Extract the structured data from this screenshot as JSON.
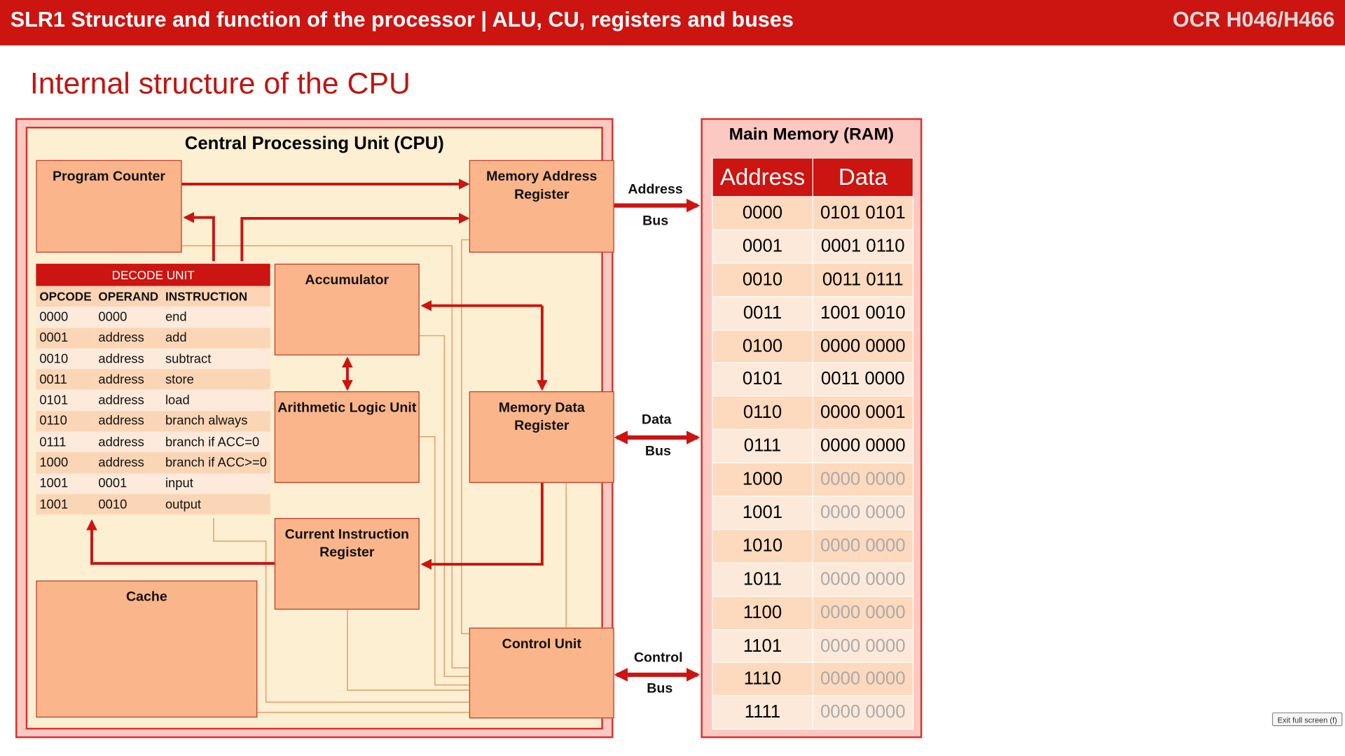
{
  "header": {
    "left_text": "SLR1 Structure and function of the processor |  ALU, CU, registers and buses",
    "right_text": "OCR H046/H466"
  },
  "slide_title": "Internal structure of the CPU",
  "cpu": {
    "title": "Central Processing Unit (CPU)",
    "program_counter": "Program Counter",
    "mar": "Memory Address Register",
    "accumulator": "Accumulator",
    "alu": "Arithmetic Logic Unit",
    "mdr": "Memory Data Register",
    "cir": "Current Instruction Register",
    "cache": "Cache",
    "control_unit": "Control Unit"
  },
  "decode_unit": {
    "title": "DECODE UNIT",
    "columns": [
      "OPCODE",
      "OPERAND",
      "INSTRUCTION"
    ],
    "rows": [
      [
        "0000",
        "0000",
        "end"
      ],
      [
        "0001",
        "address",
        "add"
      ],
      [
        "0010",
        "address",
        "subtract"
      ],
      [
        "0011",
        "address",
        "store"
      ],
      [
        "0101",
        "address",
        "load"
      ],
      [
        "0110",
        "address",
        "branch always"
      ],
      [
        "0111",
        "address",
        "branch if ACC=0"
      ],
      [
        "1000",
        "address",
        "branch if ACC>=0"
      ],
      [
        "1001",
        "0001",
        "input"
      ],
      [
        "1001",
        "0010",
        "output"
      ]
    ]
  },
  "buses": {
    "address": [
      "Address",
      "Bus"
    ],
    "data": [
      "Data",
      "Bus"
    ],
    "control": [
      "Control",
      "Bus"
    ]
  },
  "memory": {
    "title": "Main Memory (RAM)",
    "columns": [
      "Address",
      "Data"
    ],
    "rows": [
      {
        "address": "0000",
        "data": "0101 0101",
        "faded": false
      },
      {
        "address": "0001",
        "data": "0001 0110",
        "faded": false
      },
      {
        "address": "0010",
        "data": "0011 0111",
        "faded": false
      },
      {
        "address": "0011",
        "data": "1001 0010",
        "faded": false
      },
      {
        "address": "0100",
        "data": "0000 0000",
        "faded": false
      },
      {
        "address": "0101",
        "data": "0011 0000",
        "faded": false
      },
      {
        "address": "0110",
        "data": "0000 0001",
        "faded": false
      },
      {
        "address": "0111",
        "data": "0000 0000",
        "faded": false
      },
      {
        "address": "1000",
        "data": "0000 0000",
        "faded": true
      },
      {
        "address": "1001",
        "data": "0000 0000",
        "faded": true
      },
      {
        "address": "1010",
        "data": "0000 0000",
        "faded": true
      },
      {
        "address": "1011",
        "data": "0000 0000",
        "faded": true
      },
      {
        "address": "1100",
        "data": "0000 0000",
        "faded": true
      },
      {
        "address": "1101",
        "data": "0000 0000",
        "faded": true
      },
      {
        "address": "1110",
        "data": "0000 0000",
        "faded": true
      },
      {
        "address": "1111",
        "data": "0000 0000",
        "faded": true
      }
    ]
  },
  "exit_button": "Exit full screen (f)",
  "colors": {
    "header_red": "#cc1410",
    "title_red": "#c0150f",
    "cpu_fill": "#fdefd2",
    "cpu_border": "#d9312a",
    "register_fill": "#fab58b",
    "bus_arrow": "#cc1410",
    "thin_wire": "#e8a26f"
  }
}
